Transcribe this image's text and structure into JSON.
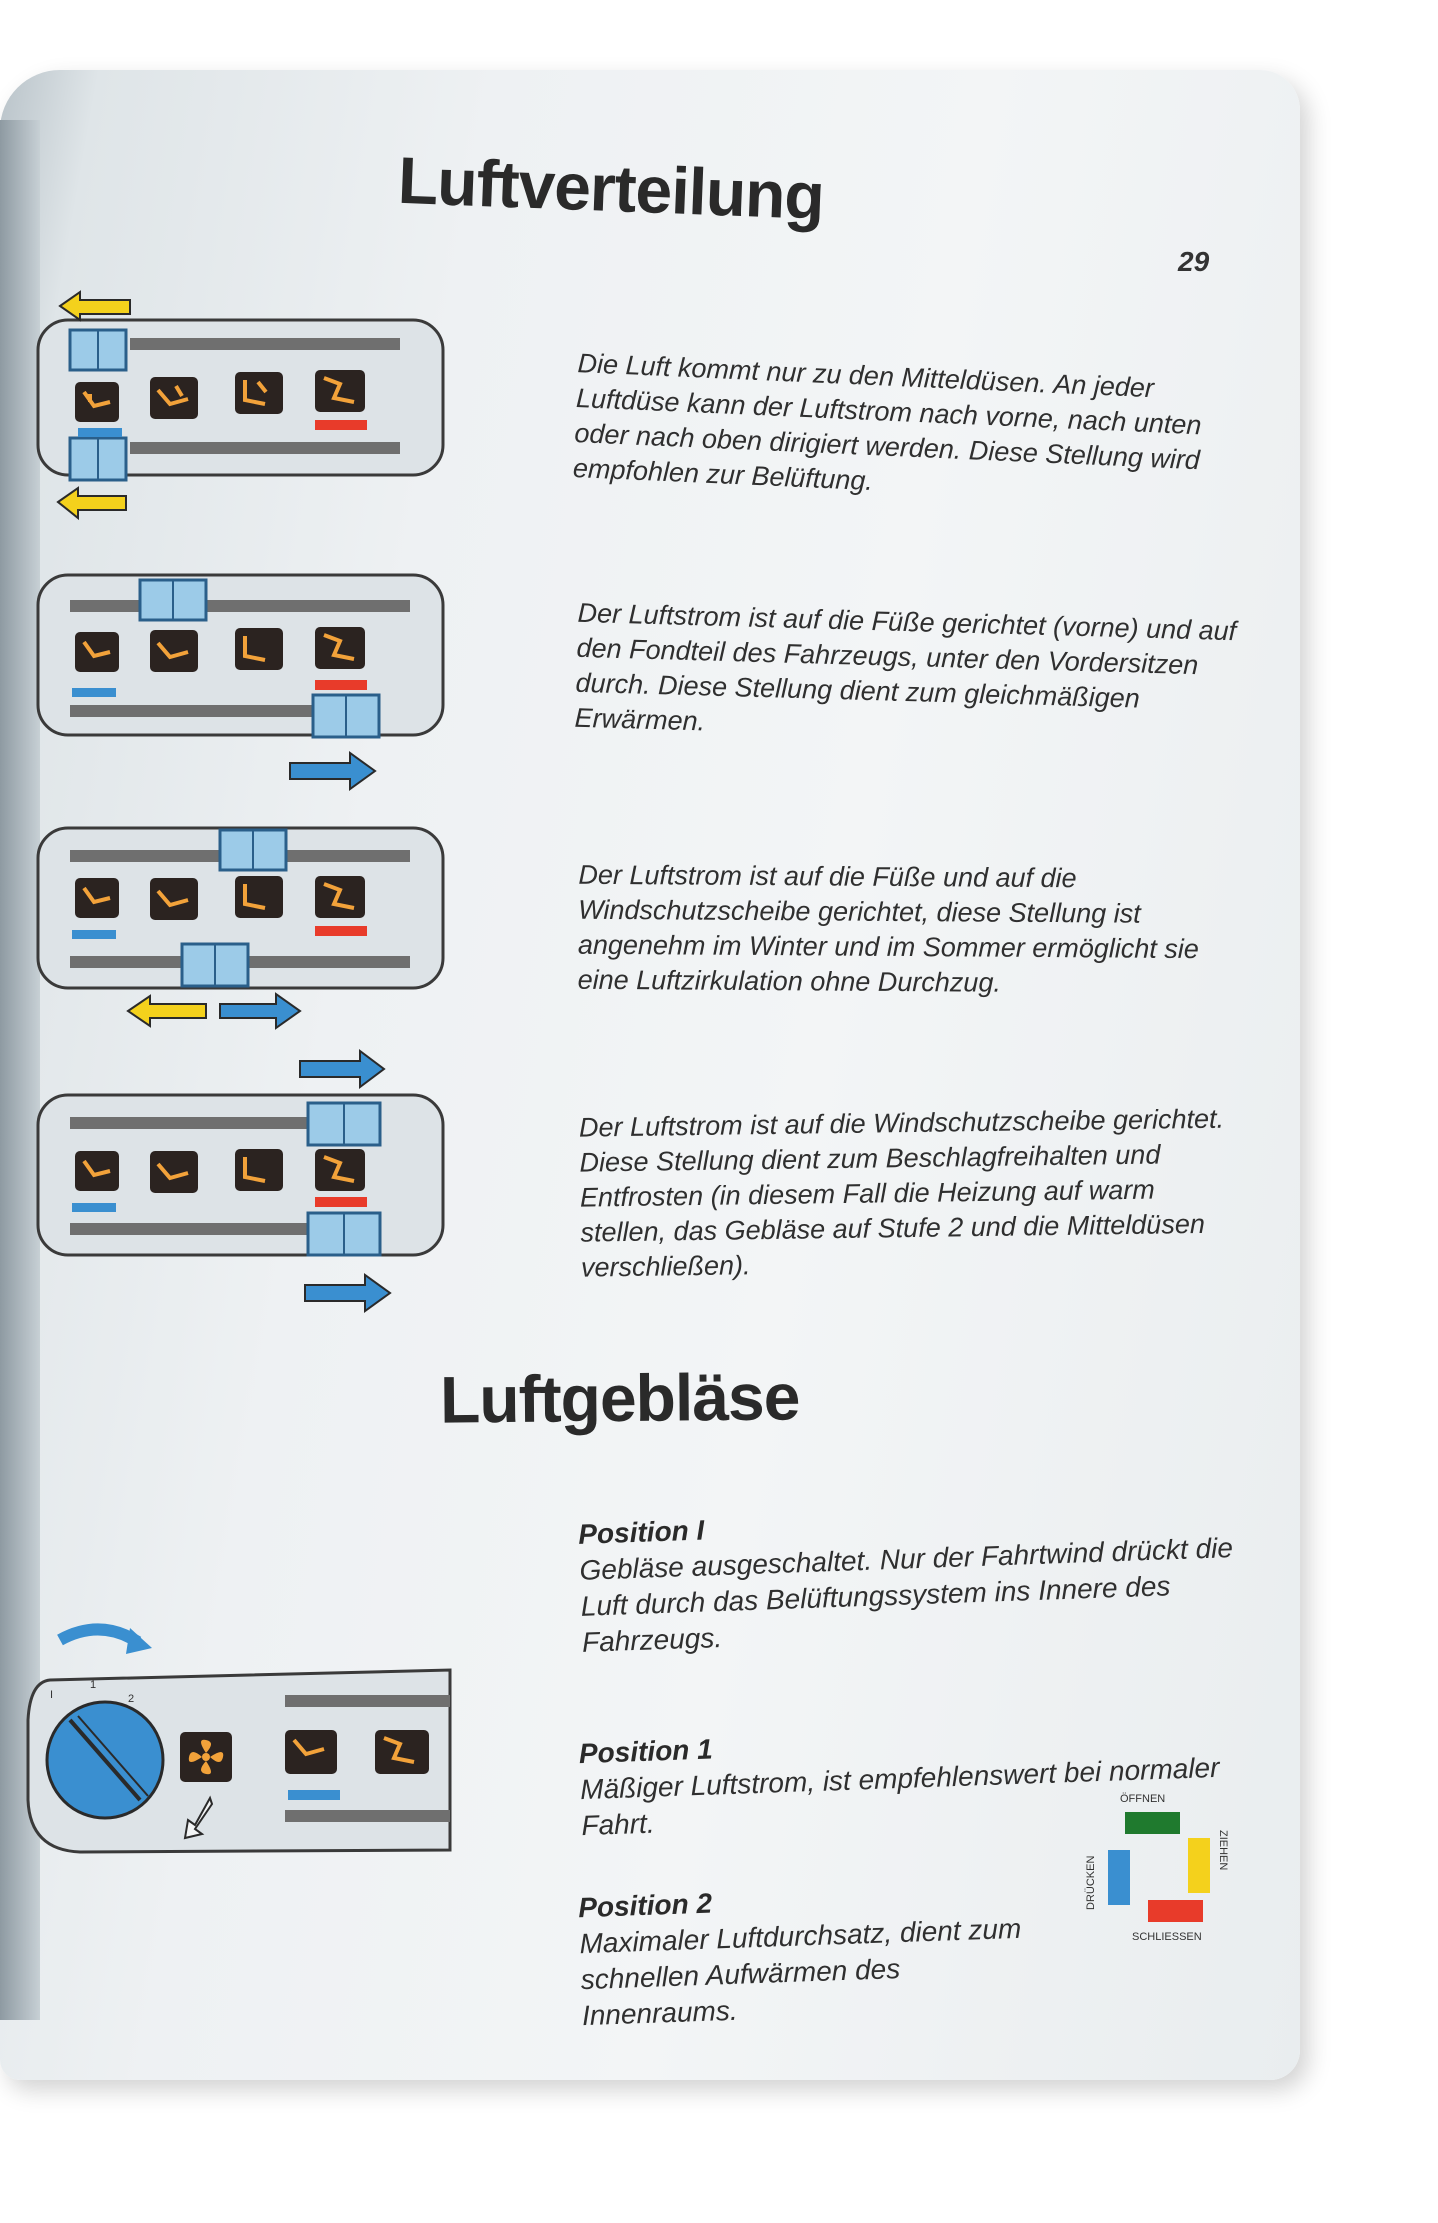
{
  "page": {
    "number": "29",
    "heading_distribution": "Luftverteilung",
    "heading_blower": "Luftgebläse"
  },
  "distribution": [
    {
      "text": "Die Luft kommt nur zu den Mitteldüsen. An jeder Luftdüse kann der Luftstrom nach vorne, nach unten oder nach oben dirigiert werden. Diese Stellung wird empfohlen zur Belüftung."
    },
    {
      "text": "Der Luftstrom ist auf die Füße gerichtet (vorne) und auf den Fondteil des Fahrzeugs, unter den Vordersitzen durch. Diese Stellung dient zum gleichmäßigen Erwärmen."
    },
    {
      "text": "Der Luftstrom ist auf die Füße und auf die Windschutzscheibe gerichtet, diese Stellung ist angenehm im Winter und im Sommer ermöglicht sie eine Luftzirkulation ohne Durchzug."
    },
    {
      "text": "Der Luftstrom ist auf die Windschutzscheibe gerichtet. Diese Stellung dient zum Beschlagfreihalten und Entfrosten (in diesem Fall die Heizung auf warm stellen, das Gebläse auf Stufe 2 und die Mitteldüsen verschließen)."
    }
  ],
  "blower": {
    "positions": [
      {
        "title": "Position I",
        "text": "Gebläse ausgeschaltet. Nur der Fahrtwind drückt die Luft durch das Belüftungssystem ins Innere des Fahrzeugs."
      },
      {
        "title": "Position 1",
        "text": "Mäßiger Luftstrom, ist empfehlenswert bei normaler Fahrt."
      },
      {
        "title": "Position 2",
        "text": "Maximaler Luftdurchsatz, dient zum schnellen Aufwärmen des Innenraums."
      }
    ],
    "dial_labels": [
      "I",
      "1",
      "2"
    ]
  },
  "legend": {
    "top": "ÖFFNEN",
    "bottom": "SCHLIESSEN",
    "left": "DRÜCKEN",
    "right": "ZIEHEN"
  },
  "colors": {
    "blue": "#3a8fd0",
    "light_blue": "#9ccbe8",
    "yellow": "#f4d11c",
    "red": "#e83b2a",
    "green": "#1f7a2e",
    "icon_bg": "#2b2320",
    "icon_fg": "#f2a23a"
  }
}
